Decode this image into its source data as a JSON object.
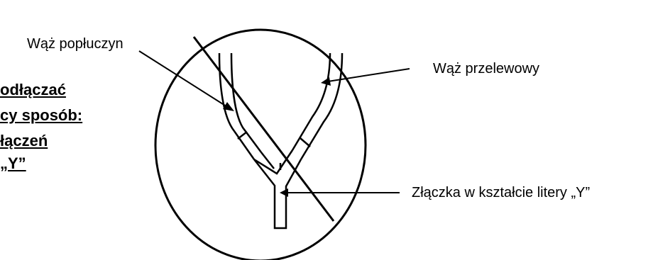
{
  "labels": {
    "drain_hose": "Wąż popłuczyn",
    "overflow_hose": "Wąż przelewowy",
    "y_connector": "Złączka w kształcie litery „Y”"
  },
  "warning": {
    "line1": "odłączać",
    "line2": "cy sposób:",
    "line3": "łączeń",
    "line4": "„Y”"
  }
}
